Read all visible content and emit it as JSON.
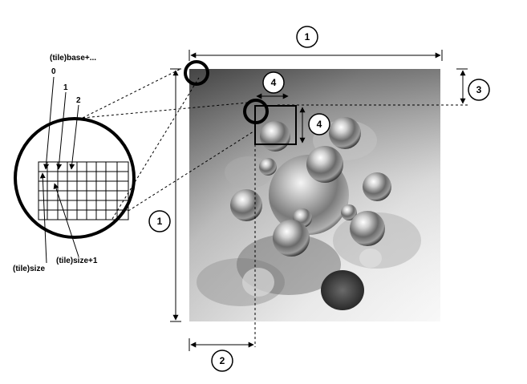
{
  "callouts": {
    "image_width": "1",
    "image_height": "1",
    "offset_x": "2",
    "offset_y": "3",
    "tile_width": "4",
    "tile_height": "4"
  },
  "magnifier": {
    "base_label": "(tile)base+...",
    "row_0": "0",
    "row_1": "1",
    "row_2": "2",
    "size_label": "(tile)size",
    "size_plus_label": "(tile)size+1"
  },
  "colors": {
    "ink": "#000000",
    "render_light": "#f2f2f2",
    "render_mid": "#9a9a9a",
    "render_dark": "#3c3c3c"
  }
}
